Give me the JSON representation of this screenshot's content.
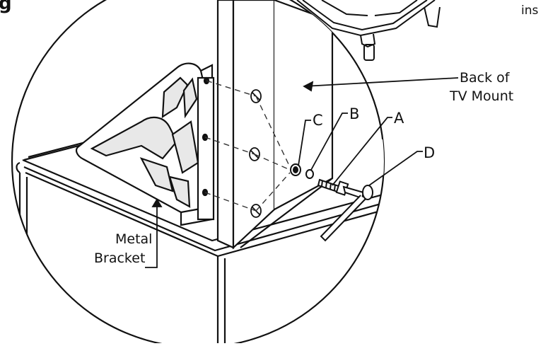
{
  "figure": {
    "heading_fragment": "g",
    "instruction_fragment": "ins"
  },
  "callouts": {
    "back_of_tv_mount_line1": "Back of",
    "back_of_tv_mount_line2": "TV Mount",
    "part_c": "C",
    "part_b": "B",
    "part_a": "A",
    "part_d": "D",
    "metal_bracket_line1": "Metal",
    "metal_bracket_line2": "Bracket"
  },
  "colors": {
    "ink": "#111111",
    "paper": "#ffffff",
    "bracket_shade": "#e8e8e8",
    "dashed_guide": "#333333"
  }
}
